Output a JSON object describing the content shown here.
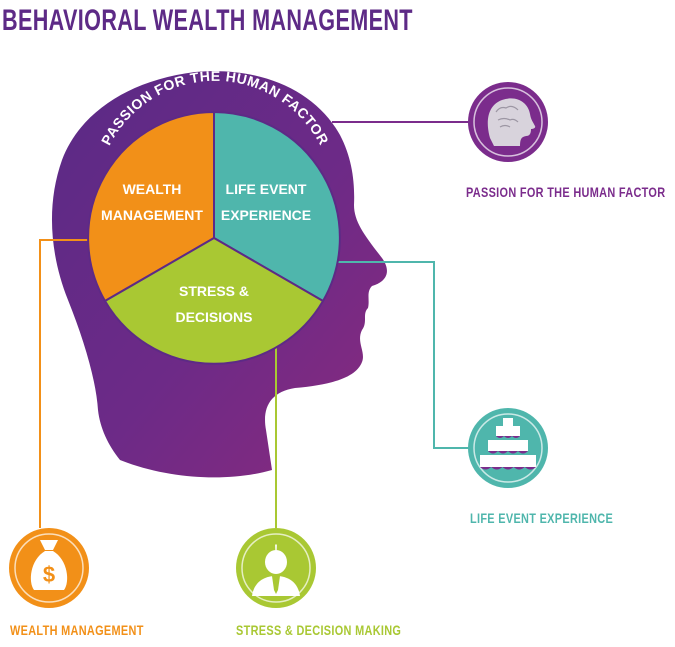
{
  "title": "BEHAVIORAL WEALTH MANAGEMENT",
  "head": {
    "arc_text": "PASSION FOR THE HUMAN FACTOR",
    "segments": {
      "wealth": [
        "WEALTH",
        "MANAGEMENT"
      ],
      "life": [
        "LIFE EVENT",
        "EXPERIENCE"
      ],
      "stress": [
        "STRESS &",
        "DECISIONS"
      ]
    }
  },
  "callouts": {
    "human_factor": "PASSION FOR THE HUMAN FACTOR",
    "life_event": "LIFE EVENT EXPERIENCE",
    "wealth": "WEALTH MANAGEMENT",
    "stress": "STRESS & DECISION MAKING",
    "money_symbol": "$",
    "alert_symbol": "!"
  },
  "colors": {
    "purple_dark": "#5d2a86",
    "purple": "#7b2c8c",
    "magenta": "#8e2a7c",
    "orange": "#f29018",
    "green": "#a9c833",
    "teal": "#4fb6ac"
  },
  "icons": {
    "human_factor": "brain-head-icon",
    "life_event": "wedding-cake-icon",
    "wealth": "money-bag-icon",
    "stress": "stressed-person-icon"
  }
}
